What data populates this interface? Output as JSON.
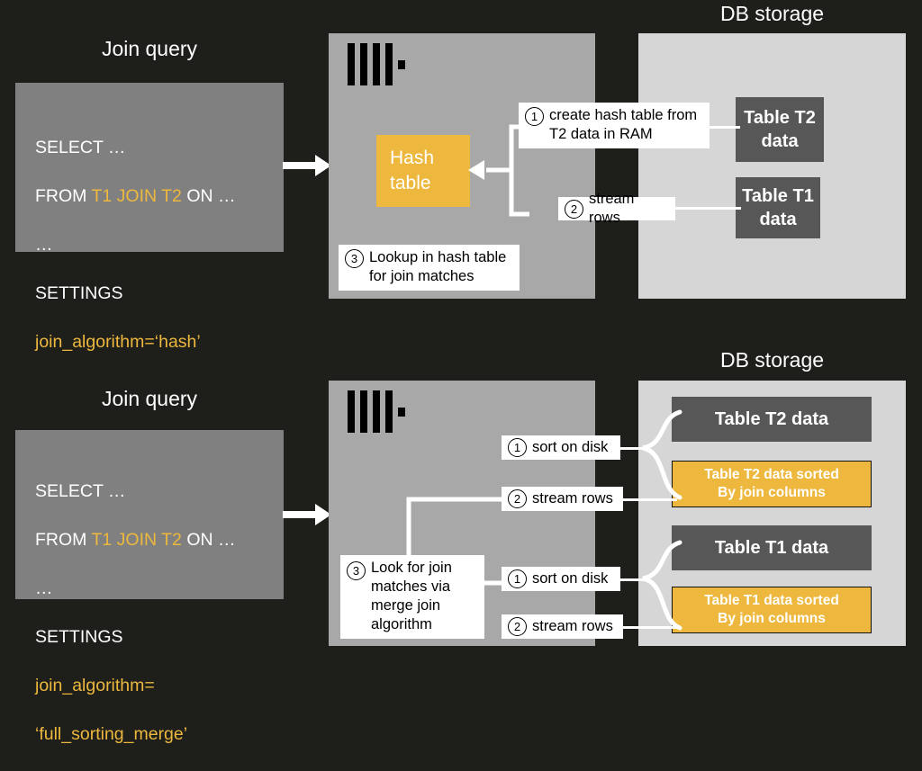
{
  "theme": {
    "background": "#1e1e1b",
    "accent_yellow": "#edb83d",
    "server_panel": "#a8a8a8",
    "db_panel": "#d6d6d6",
    "query_panel": "#808080",
    "table_dark": "#575757",
    "callout_bg": "#ffffff",
    "text_light": "#ffffff"
  },
  "top": {
    "query_heading": "Join query",
    "db_heading": "DB storage",
    "query_code": {
      "line1": "SELECT …",
      "line2_pre": "FROM ",
      "line2_accent": "T1 JOIN T2",
      "line2_post": " ON …",
      "line3": "…",
      "line4": "SETTINGS",
      "line5_accent": "join_algorithm=‘hash’"
    },
    "hash_box_label": "Hash\ntable",
    "callout_1": {
      "num": "1",
      "text": "create hash table from\nT2 data in RAM"
    },
    "callout_2": {
      "num": "2",
      "text": "stream rows"
    },
    "callout_3": {
      "num": "3",
      "text": "Lookup in hash table\nfor join matches"
    },
    "table_t2": "Table T2\ndata",
    "table_t1": "Table T1\ndata"
  },
  "bottom": {
    "query_heading": "Join query",
    "db_heading": "DB storage",
    "query_code": {
      "line1": "SELECT …",
      "line2_pre": "FROM ",
      "line2_accent": "T1 JOIN T2",
      "line2_post": " ON …",
      "line3": "…",
      "line4": "SETTINGS",
      "line5_accent": "join_algorithm=",
      "line6_accent": "‘full_sorting_merge’"
    },
    "callout_3": {
      "num": "3",
      "text": "Look for join\nmatches via\nmerge join\nalgorithm"
    },
    "callout_sort_t2": {
      "num": "1",
      "text": "sort on disk"
    },
    "callout_stream_t2": {
      "num": "2",
      "text": "stream rows"
    },
    "callout_sort_t1": {
      "num": "1",
      "text": "sort on disk"
    },
    "callout_stream_t1": {
      "num": "2",
      "text": "stream rows"
    },
    "table_t2": "Table T2 data",
    "table_t2_sorted": "Table T2 data sorted\nBy join columns",
    "table_t1": "Table T1 data",
    "table_t1_sorted": "Table T1 data sorted\nBy join columns"
  },
  "icons": {
    "clickhouse_logo": "clickhouse-logo",
    "arrow_right": "arrow-right-icon"
  }
}
